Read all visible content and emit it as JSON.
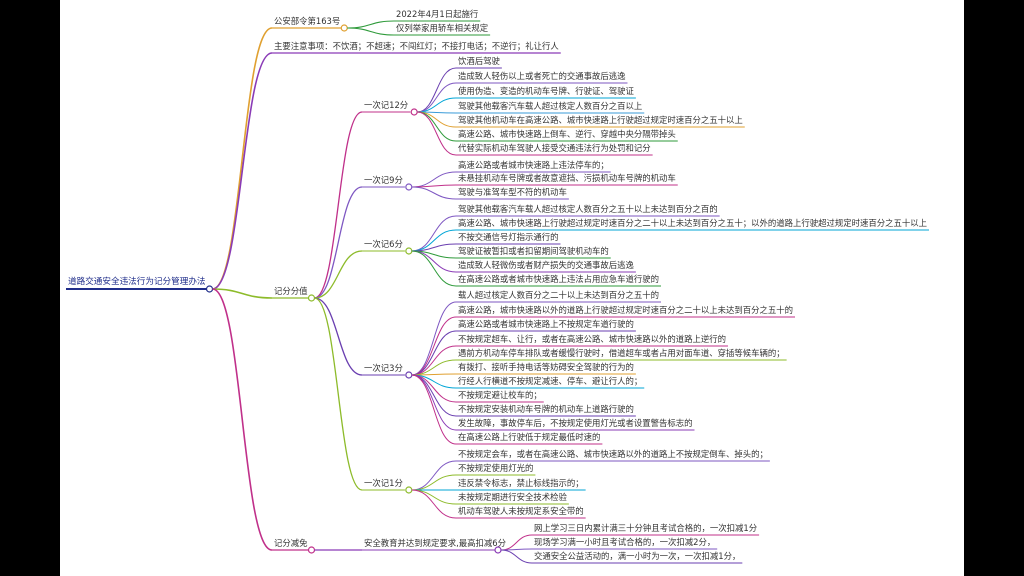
{
  "root": {
    "label": "道路交通安全违法行为记分管理办法",
    "color": "#1f2d8a"
  },
  "branches": [
    {
      "label": "公安部令第163号",
      "color": "#e0a030",
      "children": [
        {
          "label": "2022年4月1日起施行",
          "color": "#2e9a3a"
        },
        {
          "label": "仅列举家用轿车相关规定",
          "color": "#2e9a3a"
        }
      ]
    },
    {
      "label": "主要注意事项：不饮酒；不超速；不闯红灯；不接打电话；不逆行；礼让行人",
      "color": "#8a3bb6",
      "children": []
    },
    {
      "label": "记分分值",
      "color": "#8dbb2a",
      "children": [
        {
          "label": "一次记12分",
          "color": "#c0308a",
          "children": [
            {
              "label": "饮酒后驾驶",
              "color": "#6a3fb0"
            },
            {
              "label": "造成致人轻伤以上或者死亡的交通事故后逃逸",
              "color": "#7e57c2"
            },
            {
              "label": "使用伪造、变造的机动车号牌、行驶证、驾驶证",
              "color": "#00a5d6"
            },
            {
              "label": "驾驶其他载客汽车载人超过核定人数百分之百以上",
              "color": "#3a9bd9"
            },
            {
              "label": "驾驶其他机动车在高速公路、城市快速路上行驶超过规定时速百分之五十以上",
              "color": "#e0a030"
            },
            {
              "label": "高速公路、城市快速路上倒车、逆行、穿越中央分隔带掉头",
              "color": "#2e9a3a"
            },
            {
              "label": "代替实际机动车驾驶人接受交通违法行为处罚和记分",
              "color": "#c0308a"
            }
          ]
        },
        {
          "label": "一次记9分",
          "color": "#7e57c2",
          "children": [
            {
              "label": "高速公路或者城市快速路上违法停车的；",
              "color": "#7e57c2"
            },
            {
              "label": "未悬挂机动车号牌或者故意遮挡、污损机动车号牌的机动车",
              "color": "#c0308a"
            },
            {
              "label": "驾驶与准驾车型不符的机动车",
              "color": "#7e57c2"
            }
          ]
        },
        {
          "label": "一次记6分",
          "color": "#8dbb2a",
          "children": [
            {
              "label": "驾驶其他载客汽车载人超过核定人数百分之五十以上未达到百分之百的",
              "color": "#7e57c2"
            },
            {
              "label": "高速公路、城市快速路上行驶超过规定时速百分之二十以上未达到百分之五十；以外的道路上行驶超过规定时速百分之五十以上",
              "color": "#00a5d6"
            },
            {
              "label": "不按交通信号灯指示通行的",
              "color": "#6a3fb0"
            },
            {
              "label": "驾驶证被暂扣或者扣留期间驾驶机动车的",
              "color": "#2e9a3a"
            },
            {
              "label": "造成致人轻微伤或者财产损失的交通事故后逃逸",
              "color": "#8a3bb6"
            },
            {
              "label": "在高速公路或者城市快速路上违法占用应急车道行驶的",
              "color": "#2e9a3a"
            }
          ]
        },
        {
          "label": "一次记3分",
          "color": "#6a3fb0",
          "children": [
            {
              "label": "载人超过核定人数百分之二十以上未达到百分之五十的",
              "color": "#7e57c2"
            },
            {
              "label": "高速公路，城市快速路以外的道路上行驶超过规定时速百分之二十以上未达到百分之五十的",
              "color": "#c0308a"
            },
            {
              "label": "高速公路或者城市快速路上不按规定车道行驶的",
              "color": "#6a3fb0"
            },
            {
              "label": "不按规定超车、让行，或者在高速公路、城市快速路以外的道路上逆行的",
              "color": "#c0308a"
            },
            {
              "label": "遇前方机动车停车排队或者缓慢行驶时，借道超车或者占用对面车道、穿插等候车辆的；",
              "color": "#8dbb2a"
            },
            {
              "label": "有拨打、接听手持电话等妨碍安全驾驶的行为的",
              "color": "#e0a030"
            },
            {
              "label": "行经人行横道不按规定减速、停车、避让行人的；",
              "color": "#00a5d6"
            },
            {
              "label": "不按规定避让校车的；",
              "color": "#c0308a"
            },
            {
              "label": "不按规定安装机动车号牌的机动车上道路行驶的",
              "color": "#6a3fb0"
            },
            {
              "label": "发生故障，事故停车后，不按规定使用灯光或者设置警告标志的",
              "color": "#8a3bb6"
            },
            {
              "label": "在高速公路上行驶低于规定最低时速的",
              "color": "#c0308a"
            }
          ]
        },
        {
          "label": "一次记1分",
          "color": "#8dbb2a",
          "children": [
            {
              "label": "不按规定会车，或者在高速公路、城市快速路以外的道路上不按规定倒车、掉头的；",
              "color": "#7e57c2"
            },
            {
              "label": "不按规定使用灯光的",
              "color": "#8dbb2a"
            },
            {
              "label": "违反禁令标志，禁止标线指示的；",
              "color": "#00a5d6"
            },
            {
              "label": "未按规定期进行安全技术检验",
              "color": "#8dbb2a"
            },
            {
              "label": "机动车驾驶人未按规定系安全带的",
              "color": "#c0308a"
            }
          ]
        }
      ]
    },
    {
      "label": "记分减免",
      "color": "#c0308a",
      "children": [
        {
          "label": "安全教育并达到规定要求,最高扣减6分",
          "color": "#8a3bb6",
          "children": [
            {
              "label": "网上学习三日内累计满三十分钟且考试合格的，一次扣减1分",
              "color": "#c0308a"
            },
            {
              "label": "现场学习满一小时且考试合格的，一次扣减2分，",
              "color": "#7e57c2"
            },
            {
              "label": "交通安全公益活动的，满一小时为一次，一次扣减1分，",
              "color": "#6a3fb0"
            }
          ]
        }
      ]
    }
  ]
}
